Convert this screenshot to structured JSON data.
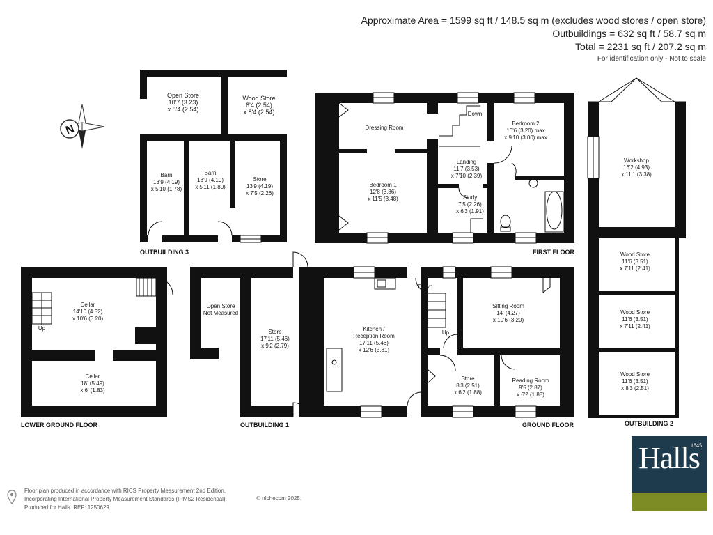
{
  "header": {
    "lines": [
      "Approximate Area = 1599 sq ft / 148.5 sq m (excludes wood stores / open store)",
      "Outbuildings = 632 sq ft / 58.7 sq m",
      "Total = 2231 sq ft / 207.2 sq m"
    ],
    "identification": "For identification only - Not to scale"
  },
  "compass": {
    "letter": "N"
  },
  "floors": {
    "outbuilding3": "OUTBUILDING 3",
    "first_floor": "FIRST FLOOR",
    "lower_ground": "LOWER GROUND FLOOR",
    "outbuilding1": "OUTBUILDING 1",
    "ground_floor": "GROUND FLOOR",
    "outbuilding2": "OUTBUILDING 2"
  },
  "rooms": {
    "open_store_ob3": [
      "Open Store",
      "10'7 (3.23)",
      "x 8'4 (2.54)"
    ],
    "wood_store_ob3": [
      "Wood Store",
      "8'4 (2.54)",
      "x 8'4 (2.54)"
    ],
    "barn_a": [
      "Barn",
      "13'9 (4.19)",
      "x 5'10 (1.78)"
    ],
    "barn_b": [
      "Barn",
      "13'9 (4.19)",
      "x 5'11 (1.80)"
    ],
    "store_ob3": [
      "Store",
      "13'9 (4.19)",
      "x 7'5 (2.26)"
    ],
    "dressing_room": [
      "Dressing Room"
    ],
    "bedroom1": [
      "Bedroom 1",
      "12'8 (3.86)",
      "x 11'5 (3.48)"
    ],
    "bedroom2": [
      "Bedroom 2",
      "10'6 (3.20) max",
      "x 9'10 (3.00) max"
    ],
    "landing": [
      "Landing",
      "11'7 (3.53)",
      "x 7'10 (2.39)"
    ],
    "study": [
      "Study",
      "7'5 (2.26)",
      "x 6'3 (1.91)"
    ],
    "workshop": [
      "Workshop",
      "16'2 (4.93)",
      "x 11'1 (3.38)"
    ],
    "cellar_upper": [
      "Cellar",
      "14'10 (4.52)",
      "x 10'6 (3.20)"
    ],
    "cellar_lower": [
      "Cellar",
      "18' (5.49)",
      "x 6' (1.83)"
    ],
    "open_store_ob1": [
      "Open Store",
      "Not Measured"
    ],
    "store_ob1": [
      "Store",
      "17'11 (5.46)",
      "x 9'2 (2.79)"
    ],
    "kitchen": [
      "Kitchen /",
      "Reception Room",
      "17'11 (5.46)",
      "x 12'6 (3.81)"
    ],
    "sitting_room": [
      "Sitting Room",
      "14' (4.27)",
      "x 10'6 (3.20)"
    ],
    "store_gf": [
      "Store",
      "8'3 (2.51)",
      "x 6'2 (1.88)"
    ],
    "reading_room": [
      "Reading Room",
      "9'5 (2.87)",
      "x 6'2 (1.88)"
    ],
    "wood_store_ob2a": [
      "Wood Store",
      "11'6 (3.51)",
      "x 7'11 (2.41)"
    ],
    "wood_store_ob2b": [
      "Wood Store",
      "11'6 (3.51)",
      "x 7'11 (2.41)"
    ],
    "wood_store_ob2c": [
      "Wood Store",
      "11'6 (3.51)",
      "x 8'3 (2.51)"
    ]
  },
  "stairs": {
    "down_first": "Down",
    "down_ground": "Down",
    "up_ground": "Up",
    "up_cellar": "Up"
  },
  "brand": {
    "name": "Halls",
    "year": "1845"
  },
  "footer": {
    "lines": [
      "Floor plan produced in accordance with RICS Property Measurement 2nd Edition,",
      "Incorporating International Property Measurement Standards (IPMS2 Residential).",
      "Produced for Halls.  REF: 1250629"
    ],
    "copyright": "© n!checom 2025."
  },
  "colors": {
    "wall": "#111111",
    "brand_navy": "#1d3b4c",
    "brand_green": "#7d8c24"
  }
}
